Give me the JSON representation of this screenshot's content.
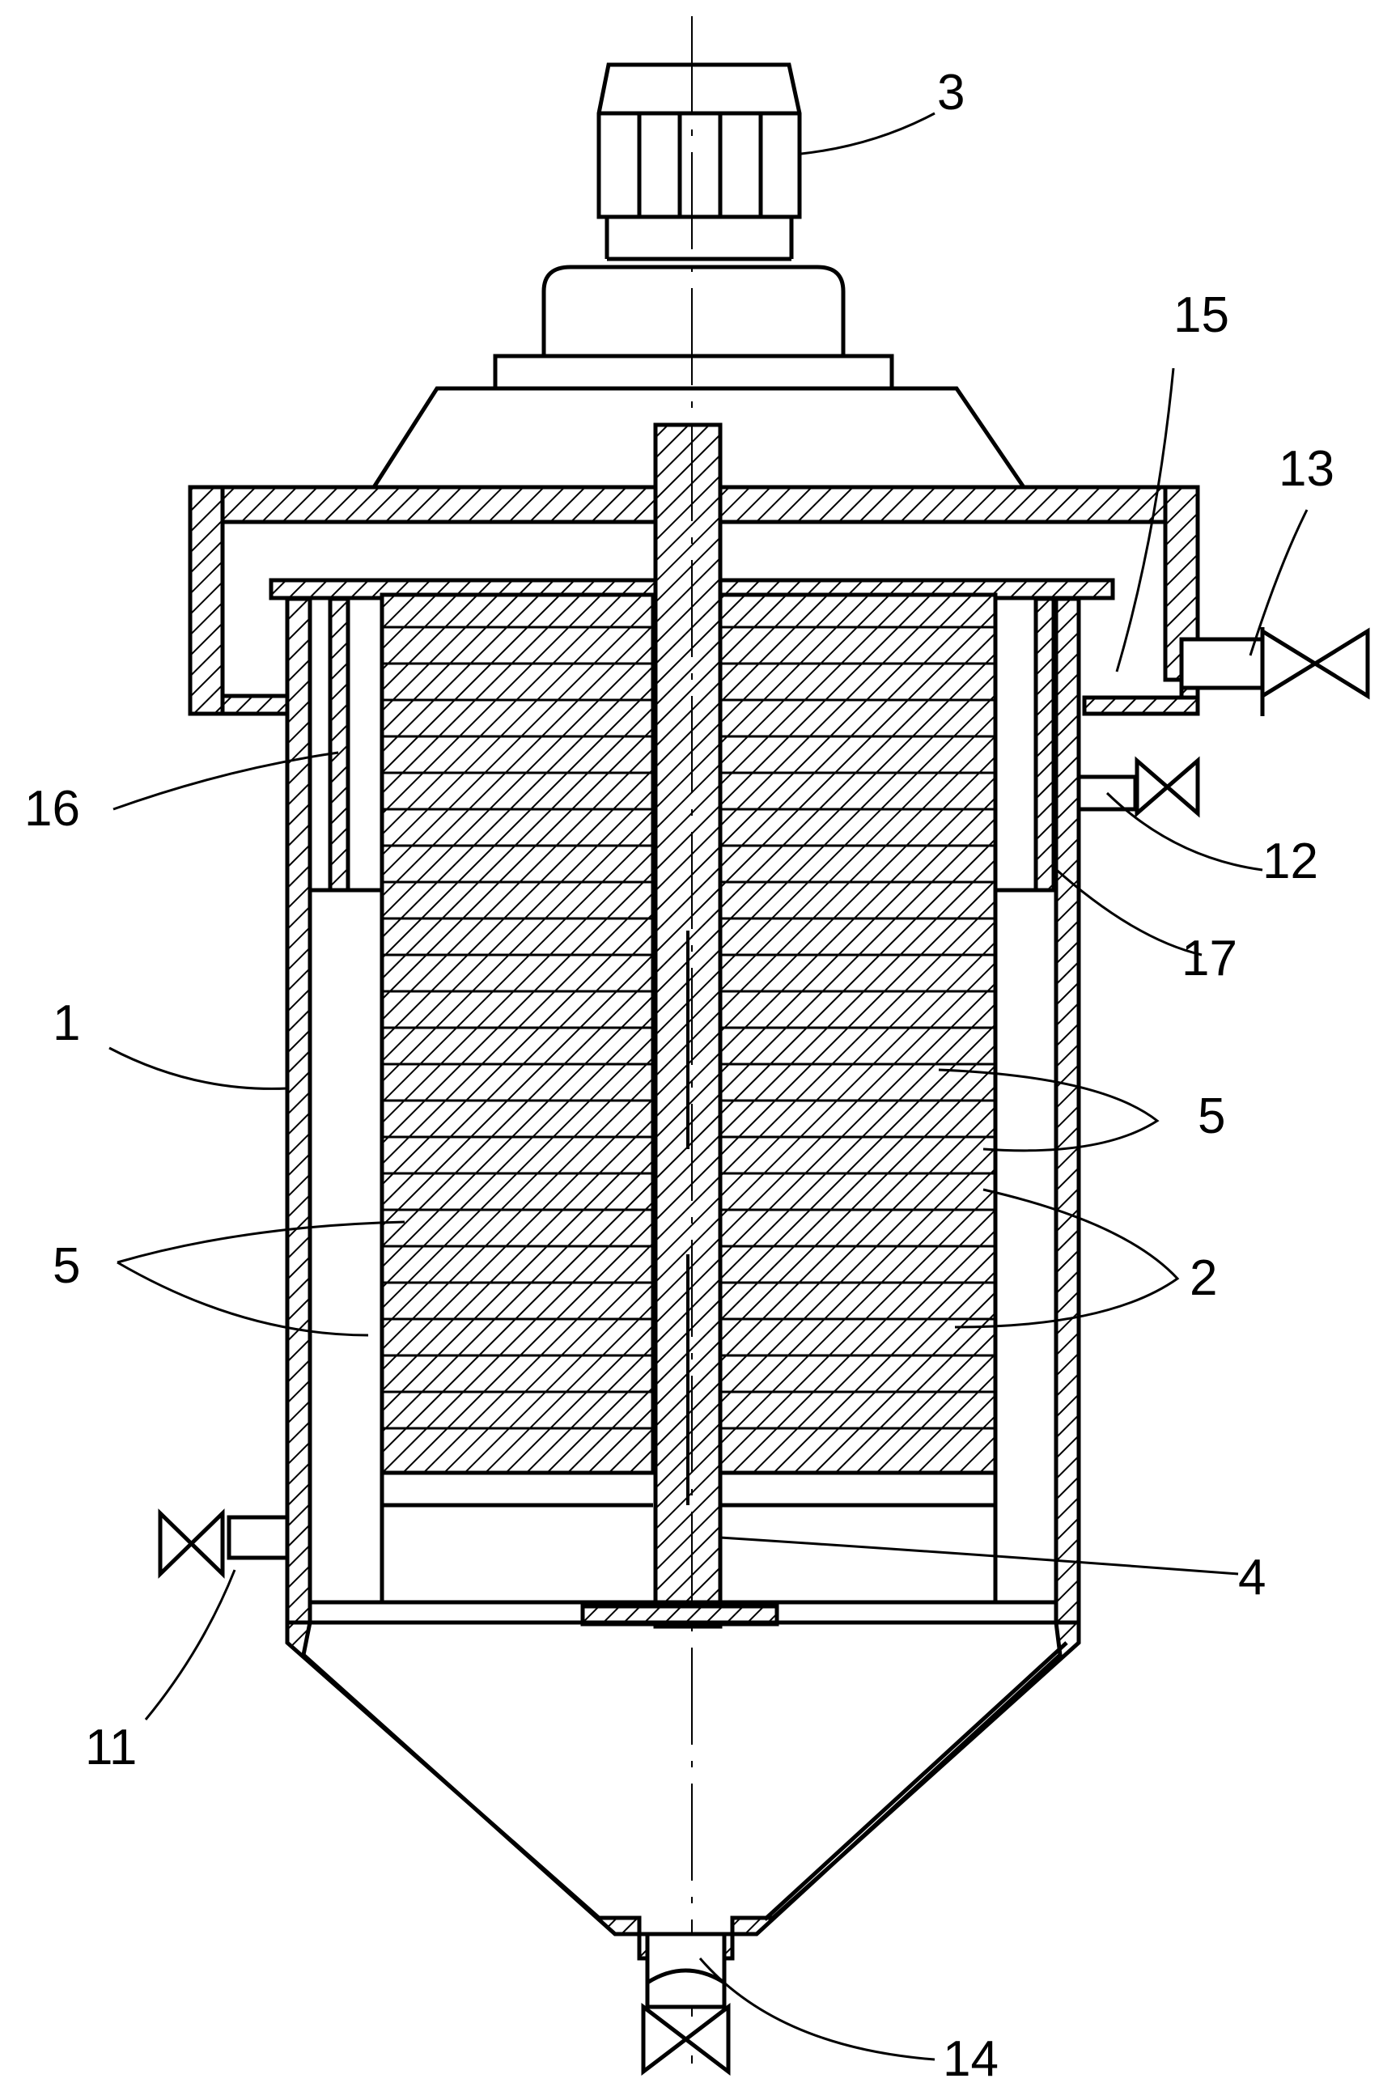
{
  "figure": {
    "reference_numerals": {
      "housing": "1",
      "filter_discs": "2",
      "motor": "3",
      "hollow_shaft": "4",
      "disc_stack_left": "5",
      "disc_stack_right": "5",
      "inlet_valve": "11",
      "outlet_valve": "12",
      "upper_outlet": "13",
      "bottom_drain": "14",
      "collection_chamber": "15",
      "inner_sleeve": "16",
      "annular_gap": "17"
    },
    "colors": {
      "line": "#000000",
      "background": "#ffffff"
    }
  }
}
